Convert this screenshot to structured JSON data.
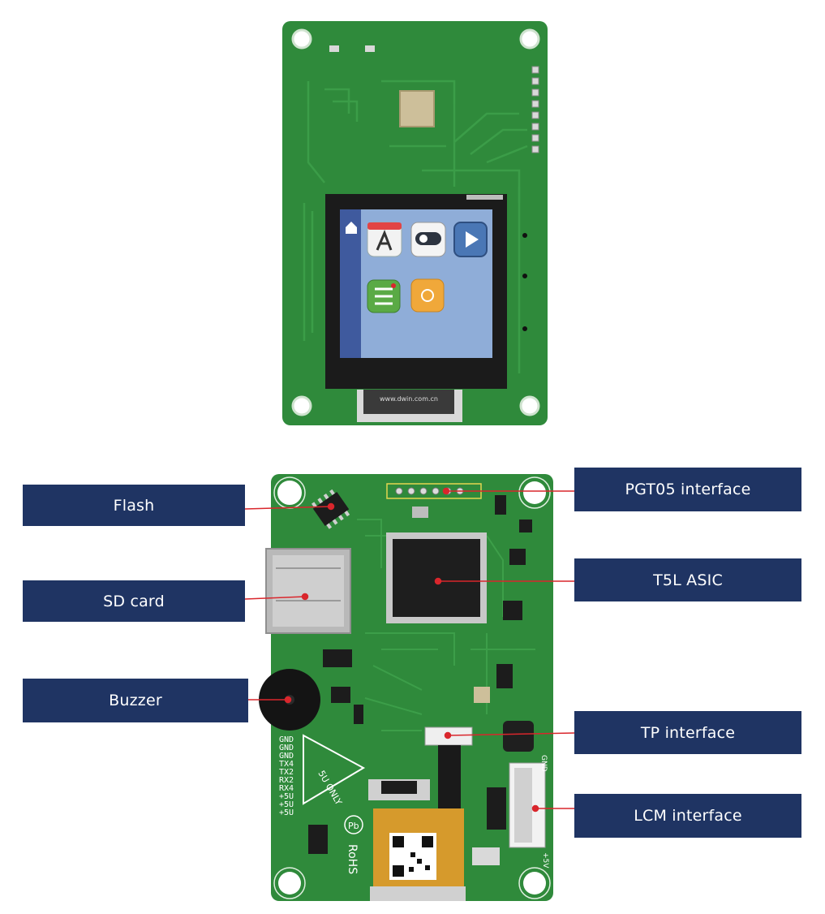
{
  "labels": {
    "flash": "Flash",
    "sd_card": "SD card",
    "buzzer": "Buzzer",
    "pgt05": "PGT05 interface",
    "t5l": "T5L ASIC",
    "tp": "TP interface",
    "lcm": "LCM interface"
  },
  "board_text": {
    "url": "www.dwin.com.cn",
    "rohs": "RoHS",
    "pb": "Pb",
    "five_v_only": "5U ONLY",
    "pins": [
      "GND",
      "GND",
      "GND",
      "TX4",
      "TX2",
      "RX2",
      "RX4",
      "+5U",
      "+5U",
      "+5U"
    ],
    "gnd_side": "GND",
    "plus5v_side": "+5V"
  },
  "colors": {
    "label_bg": "#1f3463",
    "label_text": "#ffffff",
    "leader": "#d9262c",
    "pcb": "#2f8a3b",
    "pcb_dark": "#256f30",
    "screen_bg": "#8fadd8"
  }
}
